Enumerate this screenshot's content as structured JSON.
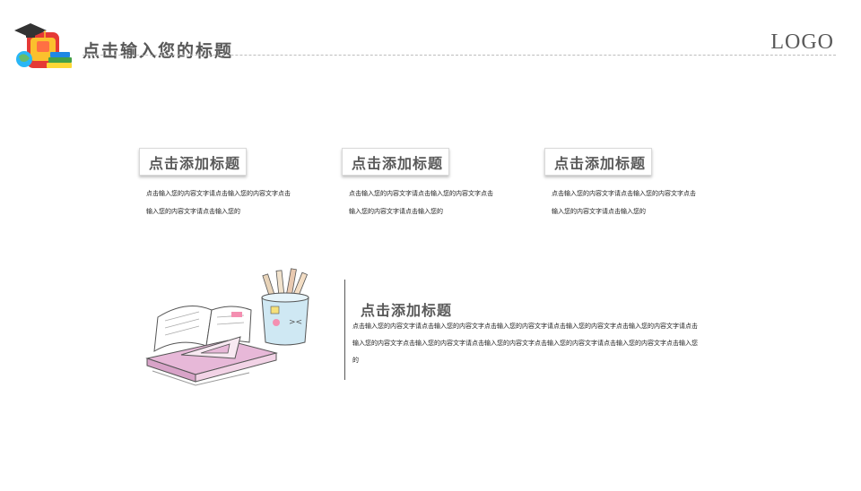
{
  "header": {
    "title": "点击输入您的标题",
    "logo": "LOGO",
    "icon": "school-bag-books-icon"
  },
  "cards": [
    {
      "title": "点击添加标题",
      "body": "点击输入您的内容文字请点击输入您的内容文字点击输入您的内容文字请点击输入您的"
    },
    {
      "title": "点击添加标题",
      "body": "点击输入您的内容文字请点击输入您的内容文字点击输入您的内容文字请点击输入您的"
    },
    {
      "title": "点击添加标题",
      "body": "点击输入您的内容文字请点击输入您的内容文字点击输入您的内容文字请点击输入您的"
    }
  ],
  "feature": {
    "title": "点击添加标题",
    "body": "点击输入您的内容文字请点击输入您的内容文字点击输入您的内容文字请点击输入您的内容文字点击输入您的内容文字请点击输入您的内容文字点击输入您的内容文字请点击输入您的内容文字点击输入您的内容文字请点击输入您的内容文字点击输入您的",
    "illustration": "books-and-pencil-cup-illustration"
  }
}
